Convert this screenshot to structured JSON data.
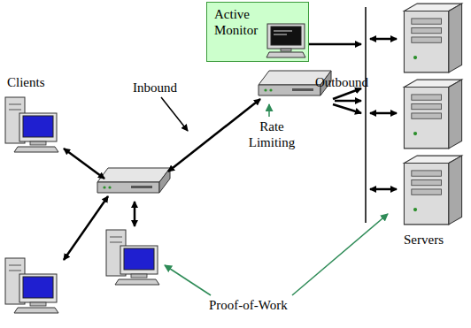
{
  "diagram": {
    "nodes": [
      {
        "text": [
          "Active Monitor"
        ]
      }
    ],
    "labels": [
      "Clients",
      "Inbound",
      "Outbound",
      "Rate Limiting",
      "Servers",
      "Proof-of-Work"
    ]
  }
}
